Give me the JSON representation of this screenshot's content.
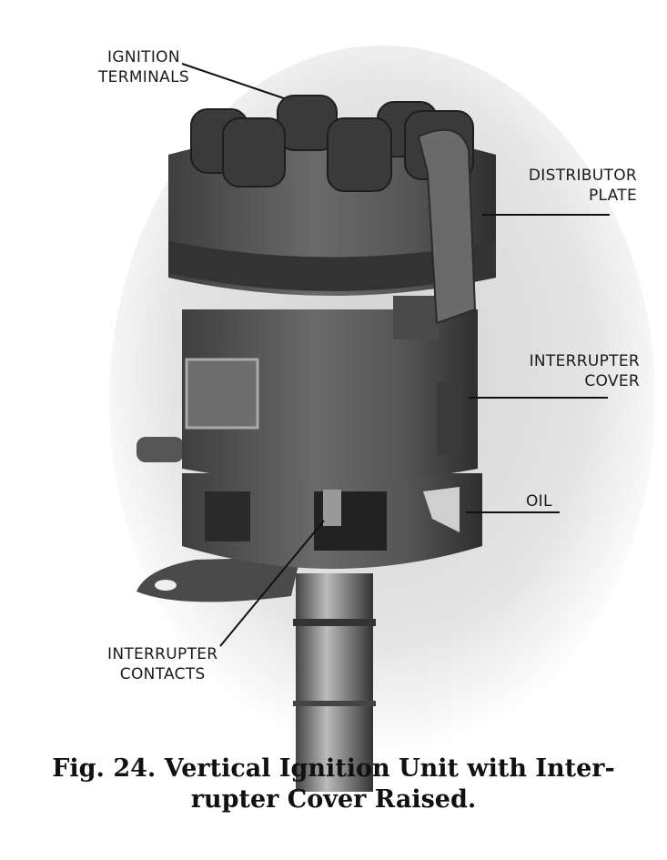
{
  "figure": {
    "labels": {
      "ignition_terminals": [
        "IGNITION",
        "TERMINALS"
      ],
      "distributor_plate": [
        "DISTRIBUTOR",
        "PLATE"
      ],
      "interrupter_cover": [
        "INTERRUPTER",
        "COVER"
      ],
      "oil": "OIL",
      "interrupter_contacts": [
        "INTERRUPTER",
        "CONTACTS"
      ]
    },
    "caption": [
      "Fig. 24. Vertical Ignition Unit with Inter-",
      "rupter Cover Raised."
    ]
  }
}
